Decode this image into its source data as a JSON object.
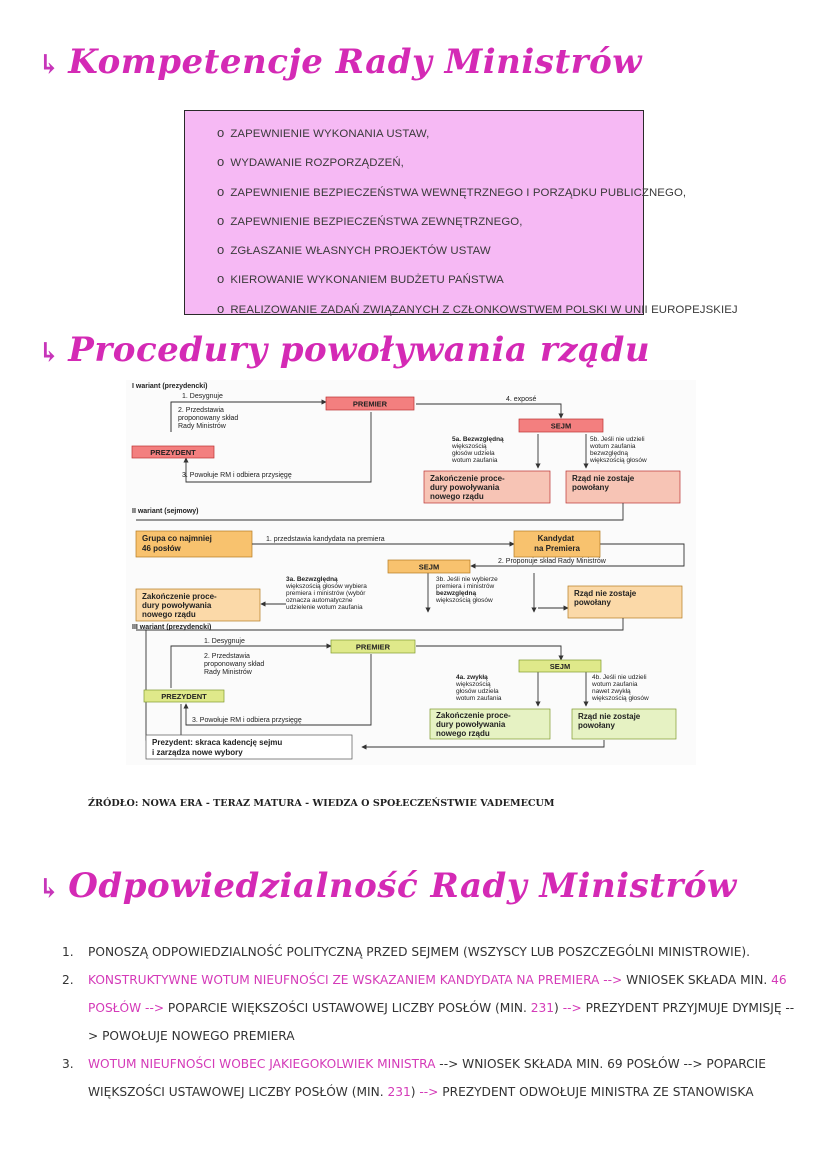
{
  "headings": {
    "competences": "Kompetencje Rady Ministrów",
    "procedures": "Procedury powoływania rządu",
    "responsibility": "Odpowiedzialność Rady Ministrów"
  },
  "competences": [
    "ZAPEWNIENIE WYKONANIA USTAW,",
    "WYDAWANIE ROZPORZĄDZEŃ,",
    "ZAPEWNIENIE BEZPIECZEŃSTWA WEWNĘTRZNEGO I PORZĄDKU PUBLICZNEGO,",
    "ZAPEWNIENIE BEZPIECZEŃSTWA ZEWNĘTRZNEGO,",
    "ZGŁASZANIE WŁASNYCH PROJEKTÓW USTAW",
    "KIEROWANIE WYKONANIEM BUDŻETU PAŃSTWA",
    "REALIZOWANIE ZADAŃ ZWIĄZANYCH Z CZŁONKOWSTWEM POLSKI W UNII EUROPEJSKIEJ"
  ],
  "diagram": {
    "v1": {
      "title": "I wariant (prezydencki)",
      "desygnuje": "1. Desygnuje",
      "przedstawia": [
        "2. Przedstawia",
        "proponowany skład",
        "Rady Ministrów"
      ],
      "premier": "PREMIER",
      "expose": "4. exposé",
      "sejm": "SEJM",
      "prezydent": "PREZYDENT",
      "powoluje": "3. Powołuje RM i odbiera przysięgę",
      "a5": [
        "5a. Bezwzględną",
        "większością",
        "głosów udziela",
        "wotum zaufania"
      ],
      "b5": [
        "5b. Jeśli nie udzieli",
        "wotum zaufania",
        "bezwzględną",
        "większością głosów"
      ],
      "zakonczenie": [
        "Zakończenie proce-",
        "dury powoływania",
        "nowego rządu"
      ],
      "niepowolany": [
        "Rząd nie zostaje",
        "powołany"
      ]
    },
    "v2": {
      "title": "II wariant (sejmowy)",
      "grupa": [
        "Grupa co najmniej",
        "46 posłów"
      ],
      "przedstawia": "1. przedstawia kandydata na premiera",
      "kandydat": [
        "Kandydat",
        "na Premiera"
      ],
      "proponuje": "2. Proponuje skład Rady Ministrów",
      "sejm": "SEJM",
      "a3": [
        "3a. Bezwzględną",
        "większością głosów wybiera",
        "premiera i ministrów (wybór",
        "oznacza automatyczne",
        "udzielenie wotum zaufania"
      ],
      "b3": [
        "3b. Jeśli nie wybierze",
        "premiera i ministrów",
        "bezwzględną",
        "większością głosów"
      ],
      "zakonczenie": [
        "Zakończenie proce-",
        "dury powoływania",
        "nowego rządu"
      ],
      "niepowolany": [
        "Rząd nie zostaje",
        "powołany"
      ]
    },
    "v3": {
      "title": "III wariant (prezydencki)",
      "desygnuje": "1. Desygnuje",
      "przedstawia": [
        "2. Przedstawia",
        "proponowany skład",
        "Rady Ministrów"
      ],
      "premier": "PREMIER",
      "sejm": "SEJM",
      "prezydent": "PREZYDENT",
      "powoluje": "3. Powołuje RM i odbiera przysięgę",
      "a4": [
        "4a. zwykłą",
        "większością",
        "głosów udziela",
        "wotum zaufania"
      ],
      "b4": [
        "4b. Jeśli nie udzieli",
        "wotum zaufania",
        "nawet zwykłą",
        "większością głosów"
      ],
      "zakonczenie": [
        "Zakończenie proce-",
        "dury powoływania",
        "nowego rządu"
      ],
      "niepowolany": [
        "Rząd nie zostaje",
        "powołany"
      ],
      "skraca": [
        "Prezydent: skraca kadencję sejmu",
        "i zarządza nowe wybory"
      ]
    }
  },
  "source": "ŹRÓDŁO: NOWA ERA - TERAZ MATURA - WIEDZA O SPOŁECZEŃSTWIE VADEMECUM",
  "responsibility": [
    {
      "num": "1.",
      "parts": [
        {
          "t": "PONOSZĄ ODPOWIEDZIALNOŚĆ POLITYCZNĄ PRZED SEJMEM (WSZYSCY LUB POSZCZEGÓLNI MINISTROWIE).",
          "pink": false
        }
      ]
    },
    {
      "num": "2.",
      "parts": [
        {
          "t": "KONSTRUKTYWNE WOTUM NIEUFNOŚCI ZE WSKAZANIEM KANDYDATA NA PREMIERA -->",
          "pink": true
        },
        {
          "t": " WNIOSEK SKŁADA MIN. ",
          "pink": false
        },
        {
          "t": "46 POSŁÓW -->",
          "pink": true
        },
        {
          "t": " POPARCIE WIĘKSZOŚCI USTAWOWEJ LICZBY POSŁÓW (MIN. ",
          "pink": false
        },
        {
          "t": "231",
          "pink": true
        },
        {
          "t": ") ",
          "pink": false
        },
        {
          "t": "-->",
          "pink": true
        },
        {
          "t": " PREZYDENT PRZYJMUJE DYMISJĘ --> POWOŁUJE NOWEGO PREMIERA",
          "pink": false
        }
      ]
    },
    {
      "num": "3.",
      "parts": [
        {
          "t": "WOTUM NIEUFNOŚCI WOBEC JAKIEGOKOLWIEK MINISTRA",
          "pink": true
        },
        {
          "t": " --> WNIOSEK SKŁADA MIN. 69 POSŁÓW -->  POPARCIE WIĘKSZOŚCI USTAWOWEJ LICZBY POSŁÓW (MIN. ",
          "pink": false
        },
        {
          "t": "231",
          "pink": true
        },
        {
          "t": ") ",
          "pink": false
        },
        {
          "t": "-->",
          "pink": true
        },
        {
          "t": " PREZYDENT ODWOŁUJE MINISTRA ZE STANOWISKA",
          "pink": false
        }
      ]
    }
  ]
}
